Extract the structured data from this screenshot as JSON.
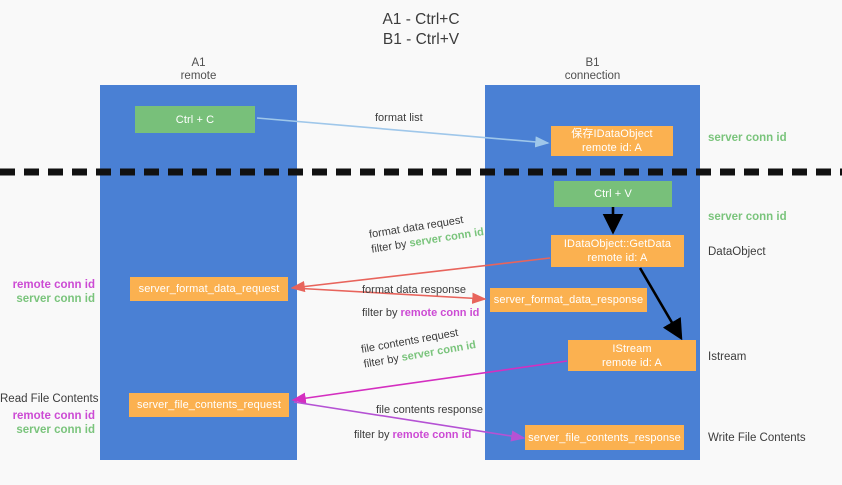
{
  "title": {
    "line1": "A1 - Ctrl+C",
    "line2": "B1 - Ctrl+V"
  },
  "columns": [
    {
      "name": "A1",
      "sub": "remote"
    },
    {
      "name": "B1",
      "sub": "connection"
    }
  ],
  "colors": {
    "lane": "#4a80d4",
    "green_box": "#78c07a",
    "orange_box": "#fbb150",
    "server_conn": "#7ac47c",
    "remote_conn": "#cc4bd4",
    "arrow_blue": "#9fc7ea",
    "arrow_red": "#e8645c",
    "arrow_black": "#000000",
    "arrow_magenta": "#d42fc0",
    "arrow_purple": "#b552d4",
    "background": "#f9f9f9"
  },
  "boxes": {
    "ctrl_c": {
      "label": "Ctrl + C"
    },
    "save_idataobject": {
      "line1": "保存IDataObject",
      "line2": "remote id: A"
    },
    "ctrl_v": {
      "label": "Ctrl + V"
    },
    "getdata": {
      "line1": "IDataObject::GetData",
      "line2": "remote id: A"
    },
    "istream": {
      "line1": "IStream",
      "line2": "remote id: A"
    },
    "format_data_request": {
      "label": "server_format_data_request"
    },
    "format_data_response": {
      "label": "server_format_data_response"
    },
    "file_contents_request": {
      "label": "server_file_contents_request"
    },
    "file_contents_response": {
      "label": "server_file_contents_response"
    }
  },
  "right_labels": {
    "server_conn_1": "server conn id",
    "server_conn_2": "server conn id",
    "dataobject": "DataObject",
    "istream": "Istream",
    "write_file_contents": "Write File Contents"
  },
  "left_labels": {
    "format_remote": "remote conn id",
    "format_server": "server conn id",
    "read_file_contents": "Read File Contents",
    "file_remote": "remote conn id",
    "file_server": "server conn id"
  },
  "edges": {
    "format_list": "format list",
    "format_data_request": {
      "line1": "format data request",
      "line2_prefix": "filter by ",
      "line2_value": "server conn id"
    },
    "format_data_response": {
      "line1": "format data response",
      "line2_prefix": "filter by ",
      "line2_value": "remote conn id"
    },
    "file_contents_request": {
      "line1": "file contents request",
      "line2_prefix": "filter by ",
      "line2_value": "server conn id"
    },
    "file_contents_response": {
      "line1": "file contents response",
      "line2_prefix": "filter by ",
      "line2_value": "remote conn id"
    }
  }
}
